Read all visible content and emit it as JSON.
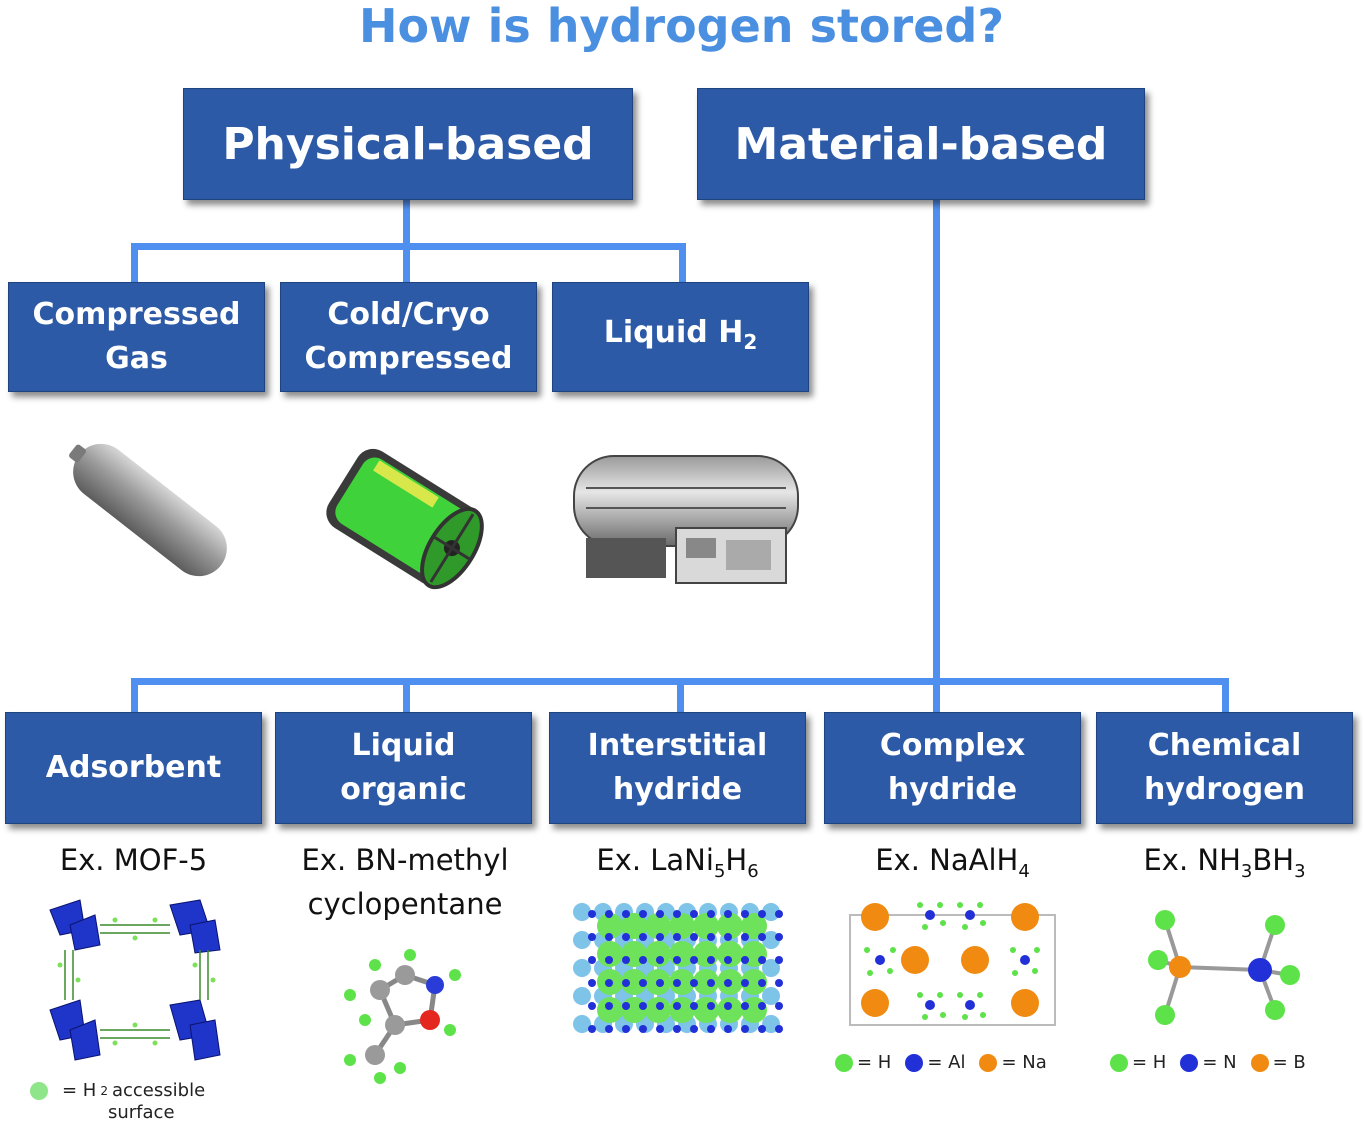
{
  "title": "How is hydrogen stored?",
  "categories": {
    "physical": "Physical-based",
    "material": "Material-based"
  },
  "physical_methods": [
    {
      "line1": "Compressed",
      "line2": "Gas"
    },
    {
      "line1": "Cold/Cryo",
      "line2": "Compressed"
    },
    {
      "label": "Liquid H",
      "sub": "2"
    }
  ],
  "material_methods": [
    {
      "line1": "Adsorbent"
    },
    {
      "line1": "Liquid",
      "line2": "organic"
    },
    {
      "line1": "Interstitial",
      "line2": "hydride"
    },
    {
      "line1": "Complex",
      "line2": "hydride"
    },
    {
      "line1": "Chemical",
      "line2": "hydrogen"
    }
  ],
  "examples": {
    "adsorbent": "Ex. MOF-5",
    "liquid_organic_1": "Ex. BN-methyl",
    "liquid_organic_2": "cyclopentane",
    "interstitial": {
      "a": "Ex. LaNi",
      "s1": "5",
      "b": "H",
      "s2": "6"
    },
    "complex": {
      "a": "Ex. NaAlH",
      "s1": "4"
    },
    "chemical": {
      "a": "Ex. NH",
      "s1": "3",
      "b": "BH",
      "s2": "3"
    }
  },
  "legends": {
    "mof": {
      "eq": "= H",
      "sub": "2",
      "rest": " accessible",
      "line2": "surface"
    },
    "complex": [
      "= H",
      "= Al",
      "= Na"
    ],
    "chemical": [
      "= H",
      "= N",
      "= B"
    ]
  },
  "colors": {
    "title": "#4a8fe0",
    "box": "#2c5aa7",
    "connector": "#4f8ff0",
    "hydrogen": "#5ee24a",
    "aluminum": "#2230d8",
    "sodium": "#f08a10",
    "nitrogen": "#2230d8",
    "boron": "#f08a10"
  }
}
